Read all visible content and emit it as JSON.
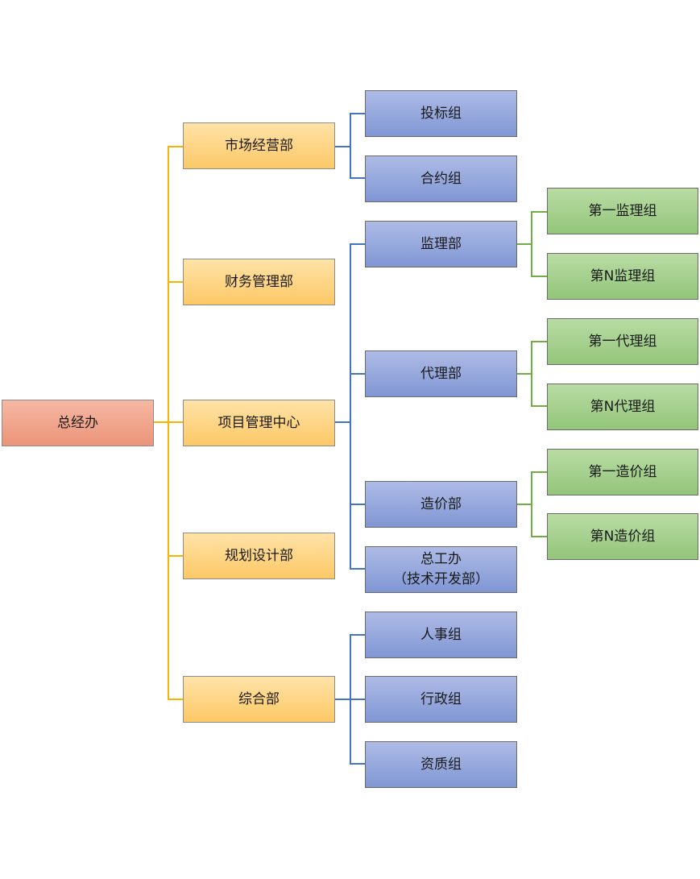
{
  "root": {
    "label": "总经办"
  },
  "departments": {
    "market": {
      "label": "市场经营部",
      "groups": {
        "bid": "投标组",
        "contract": "合约组"
      }
    },
    "finance": {
      "label": "财务管理部"
    },
    "project_center": {
      "label": "项目管理中心",
      "divisions": {
        "supervision": {
          "label": "监理部",
          "teams": {
            "first": "第一监理组",
            "nth": "第N监理组"
          }
        },
        "agency": {
          "label": "代理部",
          "teams": {
            "first": "第一代理组",
            "nth": "第N代理组"
          }
        },
        "cost": {
          "label": "造价部",
          "teams": {
            "first": "第一造价组",
            "nth": "第N造价组"
          }
        },
        "chief_engineer": {
          "label_line1": "总工办",
          "label_line2": "（技术开发部）"
        }
      }
    },
    "planning": {
      "label": "规划设计部"
    },
    "general": {
      "label": "综合部",
      "groups": {
        "hr": "人事组",
        "admin": "行政组",
        "qualification": "资质组"
      }
    }
  },
  "colors": {
    "root_fill": "#f4a98f",
    "department_fill": "#fed688",
    "division_fill": "#95a8dd",
    "team_fill": "#a8d18f",
    "connector_level1": "#f5b400",
    "connector_level2": "#4472c4",
    "connector_level3": "#70ad47"
  }
}
